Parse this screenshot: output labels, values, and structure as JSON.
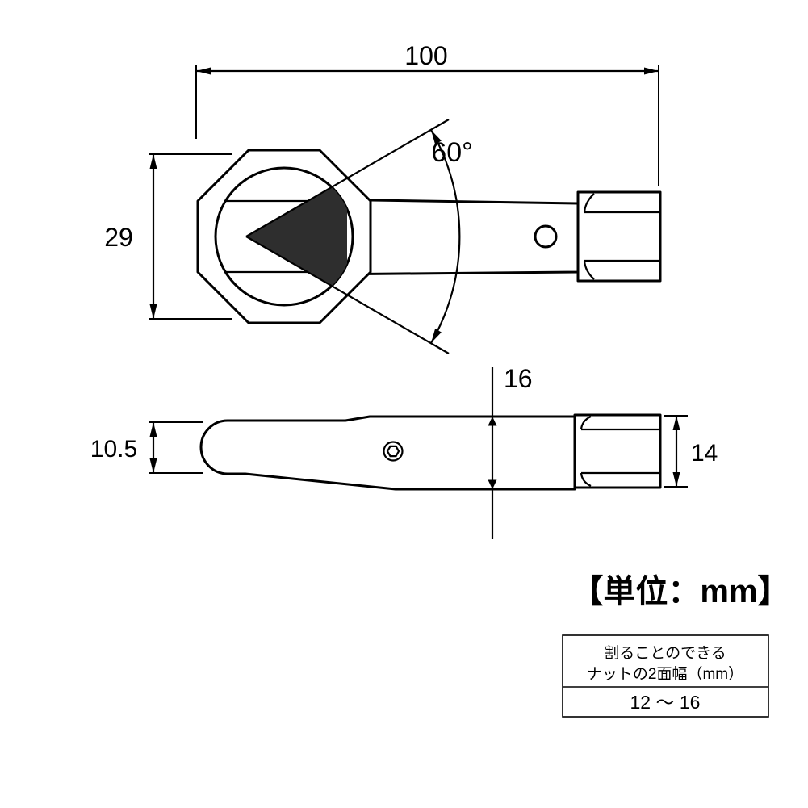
{
  "page": {
    "background_color": "#ffffff",
    "line_color": "#000000",
    "wedge_fill_color": "#2e2e2e"
  },
  "top_view": {
    "dim_overall_length": "100",
    "dim_head_height": "29",
    "dim_wedge_angle": "60°"
  },
  "side_view": {
    "dim_blade_thickness": "10.5",
    "dim_body_height": "16",
    "dim_hex_width": "14"
  },
  "unit_label": "【単位：mm】",
  "spec_table": {
    "header_line1": "割ることのできる",
    "header_line2": "ナットの2面幅（mm）",
    "value": "12 ～ 16"
  }
}
